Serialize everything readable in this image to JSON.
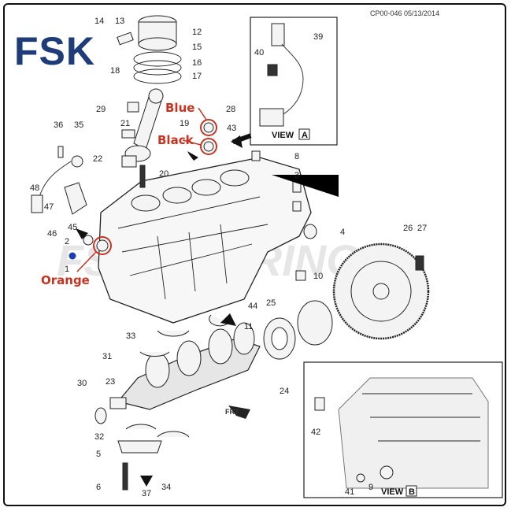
{
  "brand": {
    "logo_text": "FSK",
    "logo_color": "#1e3c7a",
    "watermark": "FSK BEARING"
  },
  "doc_code": "CP00-046 05/13/2014",
  "color_labels": {
    "blue": "Blue",
    "black": "Black",
    "orange": "Orange",
    "color": "#c8321e"
  },
  "views": {
    "a_label": "VIEW",
    "a_letter": "A",
    "b_label": "VIEW",
    "b_letter": "B"
  },
  "callouts": {
    "n1": "1",
    "n2": "2",
    "n3": "3",
    "n4": "4",
    "n5": "5",
    "n6": "6",
    "n8": "8",
    "n9": "9",
    "n10": "10",
    "n11": "11",
    "n12": "12",
    "n13": "13",
    "n14": "14",
    "n15": "15",
    "n16": "16",
    "n17": "17",
    "n18": "18",
    "n19": "19",
    "n20": "20",
    "n21": "21",
    "n22": "22",
    "n23": "23",
    "n24": "24",
    "n25": "25",
    "n26": "26",
    "n27": "27",
    "n28": "28",
    "n29": "29",
    "n30": "30",
    "n31": "31",
    "n32": "32",
    "n33": "33",
    "n34": "34",
    "n35": "35",
    "n36": "36",
    "n37": "37",
    "n39": "39",
    "n40": "40",
    "n41": "41",
    "n42": "42",
    "n43": "43",
    "n44": "44",
    "n45": "45",
    "n46": "46",
    "n47": "47",
    "n48": "48"
  },
  "icons": {
    "front_arrow": "FRT",
    "marker_dot_color": "#1f3fb0"
  }
}
